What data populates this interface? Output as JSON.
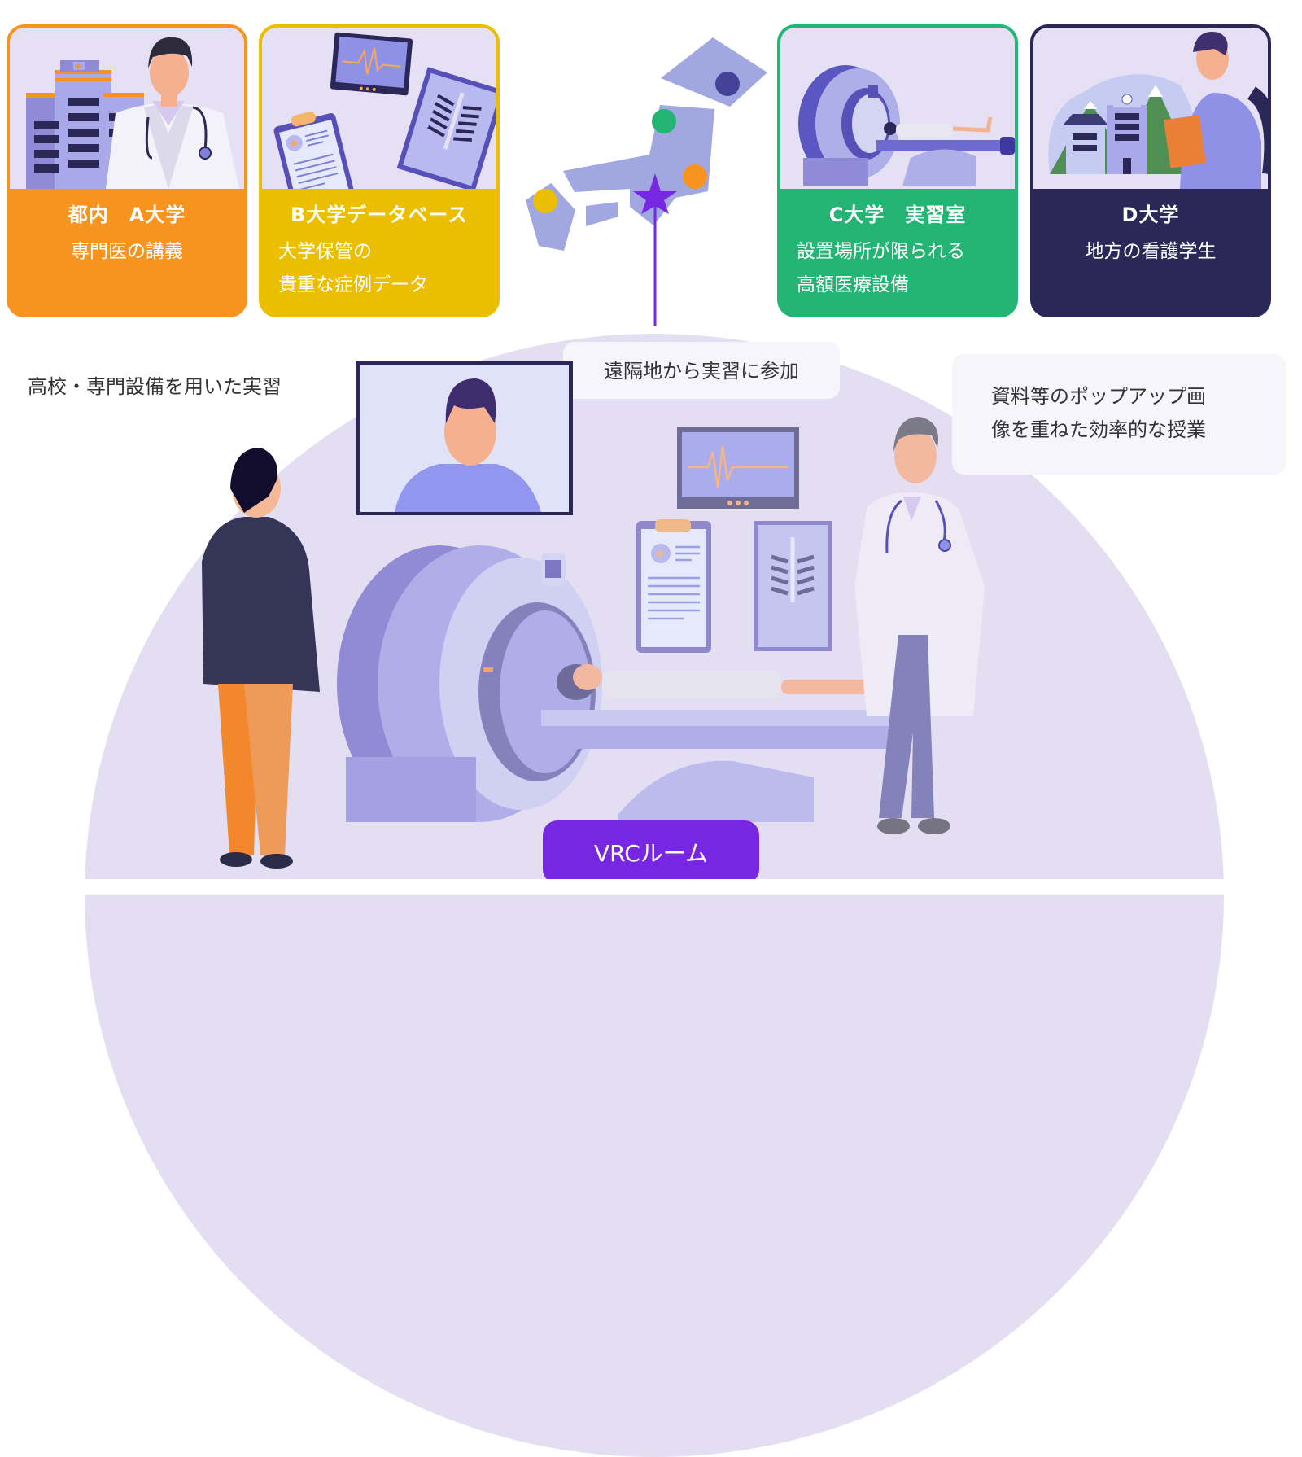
{
  "colors": {
    "orange": "#f7931f",
    "yellow": "#ebbf00",
    "green": "#24b574",
    "navy": "#2b2858",
    "purple_accent": "#7726e2",
    "map_fill": "#a0a7e1",
    "dome_bg": "#e4def2"
  },
  "cards": [
    {
      "title": "都内　A大学",
      "desc": [
        "専門医の講義"
      ],
      "color": "#f7931f",
      "marker": "orange-dot"
    },
    {
      "title": "B大学データベース",
      "desc": [
        "大学保管の",
        "貴重な症例データ"
      ],
      "color": "#ebbf00",
      "marker": "yellow-dot"
    },
    {
      "title": "C大学　実習室",
      "desc": [
        "設置場所が限られる",
        "高額医療設備"
      ],
      "color": "#24b574",
      "marker": "green-dot"
    },
    {
      "title": "D大学",
      "desc": [
        "地方の看護学生"
      ],
      "color": "#2b2858",
      "marker": "navy-dot"
    }
  ],
  "map": {
    "markers": [
      "navy-dot",
      "green-dot",
      "orange-dot",
      "yellow-dot",
      "purple-star"
    ]
  },
  "scene": {
    "left_note": "高校・専門設備を用いた実習",
    "remote_bubble": "遠隔地から実習に参加",
    "popup_bubble": [
      "資料等のポップアップ画",
      "像を重ねた効率的な授業"
    ],
    "room_label": "VRCルーム"
  }
}
